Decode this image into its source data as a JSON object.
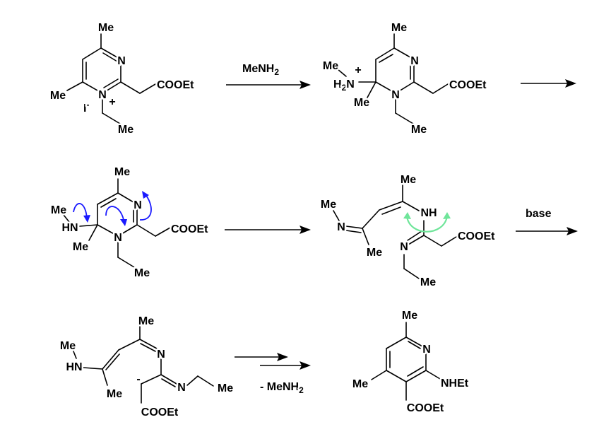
{
  "diagram": {
    "type": "reaction-mechanism",
    "colors": {
      "electron_arrows": "#1a1aff",
      "rotation_arrow": "#6fe59a",
      "ink": "#000000"
    },
    "molecules": [
      {
        "id": "pyrimidinium_iodide",
        "labels": {
          "me_top": "Me",
          "n3": "N",
          "n1": "N",
          "n1_charge": "+",
          "me_left": "Me",
          "counterion": "I",
          "counterion_charge": "-",
          "ethyl_me": "Me",
          "ester": "COOEt"
        }
      },
      {
        "id": "ammonium_adduct",
        "labels": {
          "me_top": "Me",
          "n3": "N",
          "n1": "N",
          "amine_me": "Me",
          "amine_h": "H",
          "amine_sub": "2",
          "amine_n": "N",
          "amine_charge": "+",
          "me_lower": "Me",
          "ethyl_me": "Me",
          "ester": "COOEt"
        }
      },
      {
        "id": "neutral_adduct",
        "labels": {
          "me_top": "Me",
          "n3": "N",
          "n1": "N",
          "amine_me": "Me",
          "amine_hn": "HN",
          "me_lower": "Me",
          "ethyl_me": "Me",
          "ester": "COOEt"
        }
      },
      {
        "id": "ring_opened",
        "labels": {
          "imine_me": "Me",
          "imine_n": "N",
          "me_bottom": "Me",
          "me_top": "Me",
          "nh": "NH",
          "amidine_n": "N",
          "ethyl_me": "Me",
          "ester": "COOEt"
        }
      },
      {
        "id": "carbanion",
        "labels": {
          "amine_me": "Me",
          "amine_hn": "HN",
          "me_bottom": "Me",
          "me_top": "Me",
          "n_imine": "N",
          "n_amidine": "N",
          "ethyl_me": "Me",
          "charge": "-",
          "ester": "COOEt"
        }
      },
      {
        "id": "pyridine_product",
        "labels": {
          "me_top": "Me",
          "n": "N",
          "nhet": "NHEt",
          "me_left": "Me",
          "ester": "COOEt"
        }
      }
    ],
    "arrows": [
      {
        "reagent_main": "MeNH",
        "reagent_sub": "2"
      },
      {
        "reagent_main": "",
        "reagent_sub": ""
      },
      {
        "reagent_main": "",
        "reagent_sub": ""
      },
      {
        "reagent_main": "base",
        "reagent_sub": ""
      },
      {
        "reagent_main": "- MeNH",
        "reagent_sub": "2"
      }
    ]
  }
}
